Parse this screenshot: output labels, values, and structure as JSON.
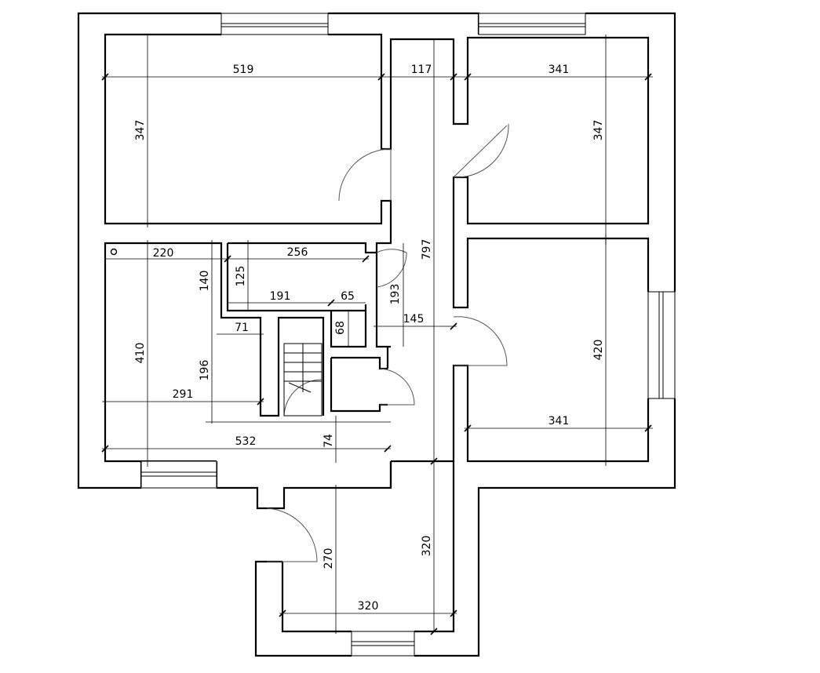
{
  "dimensions": {
    "room_top_left_width": "519",
    "room_top_left_height": "347",
    "corridor_width": "117",
    "room_top_right_width": "341",
    "room_top_right_height": "347",
    "overall_length": "797",
    "room_left_width": "220",
    "room_left_height": "410",
    "bath_width": "256",
    "bath_height": "125",
    "top_mid_140": "140",
    "span_191": "191",
    "span_65": "65",
    "span_193": "193",
    "span_145": "145",
    "span_68": "68",
    "span_71": "71",
    "span_196": "196",
    "span_291": "291",
    "span_532": "532",
    "span_74": "74",
    "room_bottom_right_width": "341",
    "room_bottom_right_height": "420",
    "entry_height": "270",
    "corridor_lower": "320",
    "entry_width": "320"
  }
}
